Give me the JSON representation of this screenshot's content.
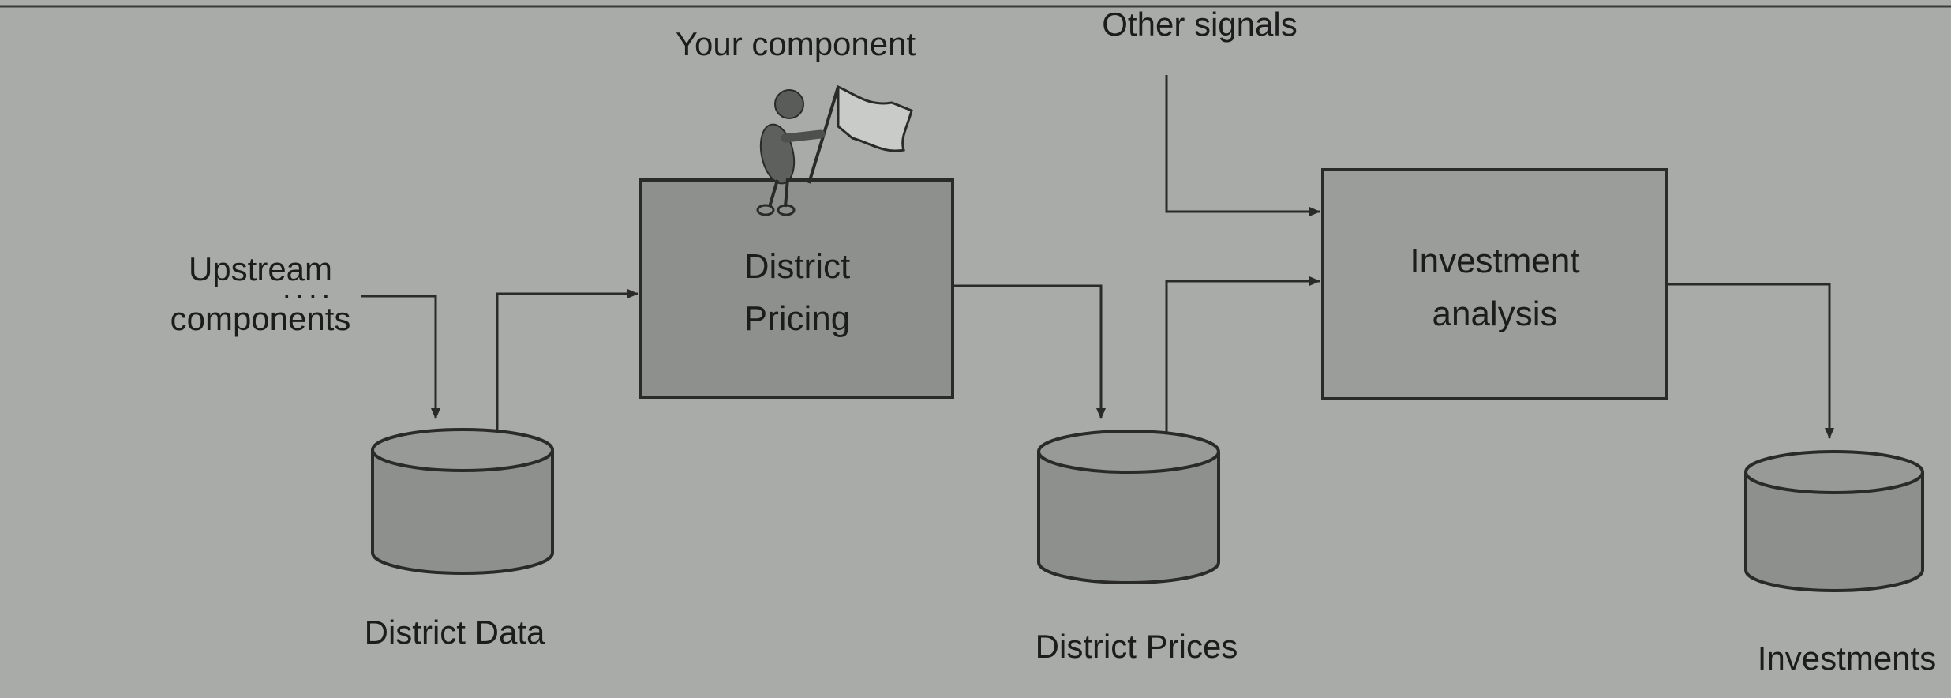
{
  "labels": {
    "upstream_line1": "Upstream",
    "upstream_line2": "components",
    "upstream_dots": "....",
    "your_component": "Your component",
    "other_signals": "Other signals"
  },
  "boxes": {
    "district_pricing": {
      "line1": "District",
      "line2": "Pricing"
    },
    "investment_analysis": {
      "line1": "Investment",
      "line2": "analysis"
    }
  },
  "stores": {
    "district_data": "District Data",
    "district_prices": "District Prices",
    "investments": "Investments"
  },
  "colors": {
    "background": "#a9aba8",
    "box_fill": "#8e908d",
    "box_light_fill": "#9b9d9a",
    "stroke": "#2a2a2a",
    "text": "#1c1c1c"
  },
  "icons": {
    "figure": "stick-figure-with-flag-icon"
  }
}
